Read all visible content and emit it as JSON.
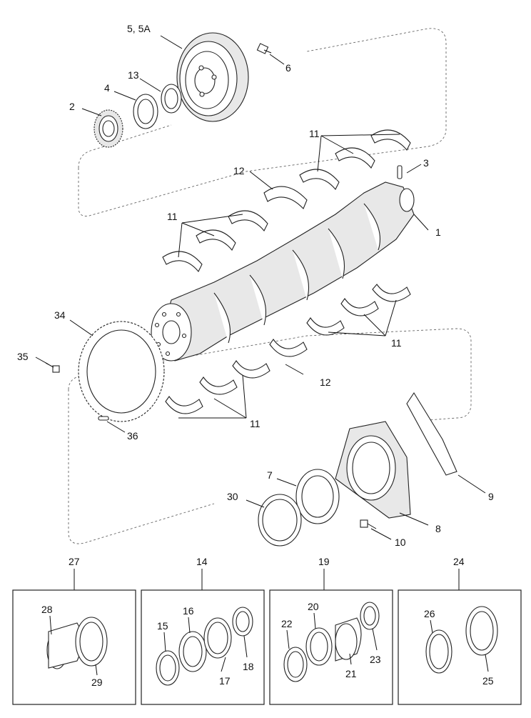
{
  "diagram": {
    "corner_code": "",
    "callouts": {
      "c1": "1",
      "c2": "2",
      "c3": "3",
      "c4": "4",
      "c5": "5, 5A",
      "c6": "6",
      "c7": "7",
      "c8": "8",
      "c9": "9",
      "c10": "10",
      "c11a": "11",
      "c11b": "11",
      "c11c": "11",
      "c11d": "11",
      "c12a": "12",
      "c12b": "12",
      "c13": "13",
      "c14": "14",
      "c15": "15",
      "c16": "16",
      "c17": "17",
      "c18": "18",
      "c19": "19",
      "c20": "20",
      "c21": "21",
      "c22": "22",
      "c23": "23",
      "c24": "24",
      "c25": "25",
      "c26": "26",
      "c27": "27",
      "c28": "28",
      "c29": "29",
      "c30": "30",
      "c34": "34",
      "c35": "35",
      "c36": "36"
    }
  }
}
